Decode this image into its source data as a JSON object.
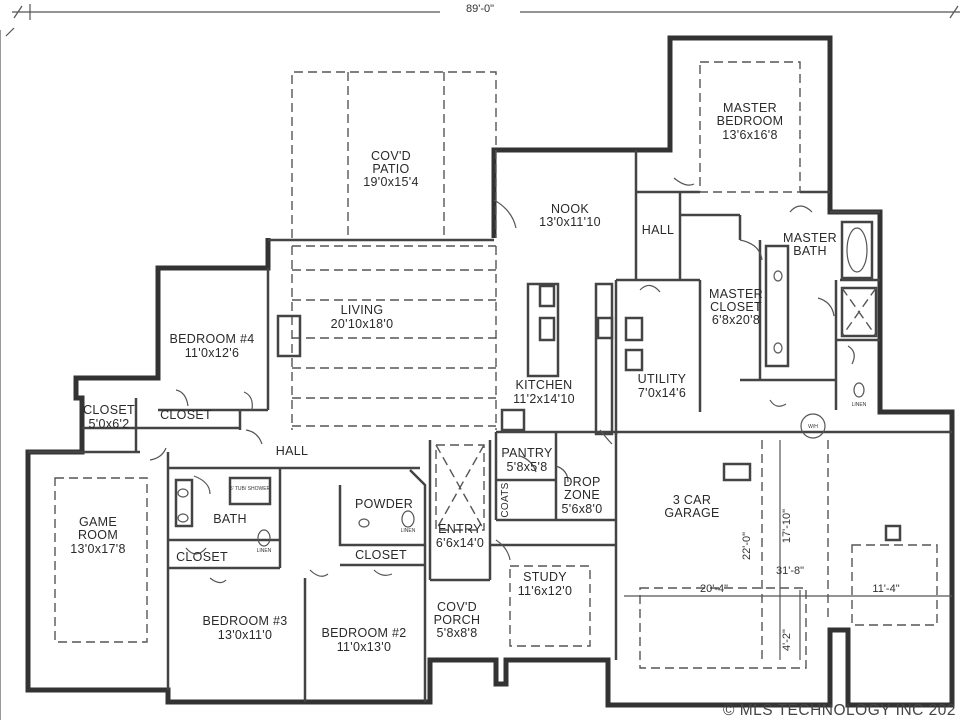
{
  "overall_width": "89'-0\"",
  "copyright": "© MLS TECHNOLOGY INC 202",
  "rooms": {
    "patio": [
      "COV'D",
      "PATIO",
      "19'0x15'4"
    ],
    "nook": [
      "NOOK",
      "13'0x11'10"
    ],
    "master_bedroom": [
      "MASTER",
      "BEDROOM",
      "13'6x16'8"
    ],
    "master_bath": [
      "MASTER",
      "BATH"
    ],
    "hall_upper": [
      "HALL"
    ],
    "master_closet": [
      "MASTER",
      "CLOSET",
      "6'8x20'8"
    ],
    "living": [
      "LIVING",
      "20'10x18'0"
    ],
    "bedroom4": [
      "BEDROOM #4",
      "11'0x12'6"
    ],
    "kitchen": [
      "KITCHEN",
      "11'2x14'10"
    ],
    "utility": [
      "UTILITY",
      "7'0x14'6"
    ],
    "closet_a": [
      "CLOSET",
      "5'0x6'2"
    ],
    "closet_b": [
      "CLOSET"
    ],
    "hall_main": [
      "HALL"
    ],
    "pantry": [
      "PANTRY",
      "5'8x5'8"
    ],
    "drop_zone": [
      "DROP",
      "ZONE",
      "5'6x8'0"
    ],
    "garage": [
      "3 CAR",
      "GARAGE"
    ],
    "game_room": [
      "GAME",
      "ROOM",
      "13'0x17'8"
    ],
    "bath": [
      "BATH"
    ],
    "powder": [
      "POWDER"
    ],
    "entry": [
      "ENTRY",
      "6'6x14'0"
    ],
    "coats": [
      "COATS"
    ],
    "closet_c": [
      "CLOSET"
    ],
    "closet_d": [
      "CLOSET"
    ],
    "study": [
      "STUDY",
      "11'6x12'0"
    ],
    "bedroom3": [
      "BEDROOM #3",
      "13'0x11'0"
    ],
    "bedroom2": [
      "BEDROOM #2",
      "11'0x13'0"
    ],
    "porch": [
      "COV'D",
      "PORCH",
      "5'8x8'8"
    ]
  },
  "garage_dims": {
    "d1": "17'-10\"",
    "d2": "22'-0\"",
    "d3": "31'-8\"",
    "d4": "20'-4\"",
    "d5": "11'-4\"",
    "d6": "4'-2\""
  },
  "fixtures": {
    "tub": "5' TUB/ SHOWER",
    "linen1": "LINEN",
    "linen2": "LINEN",
    "linen3": "LINEN",
    "wh": "W/H"
  }
}
